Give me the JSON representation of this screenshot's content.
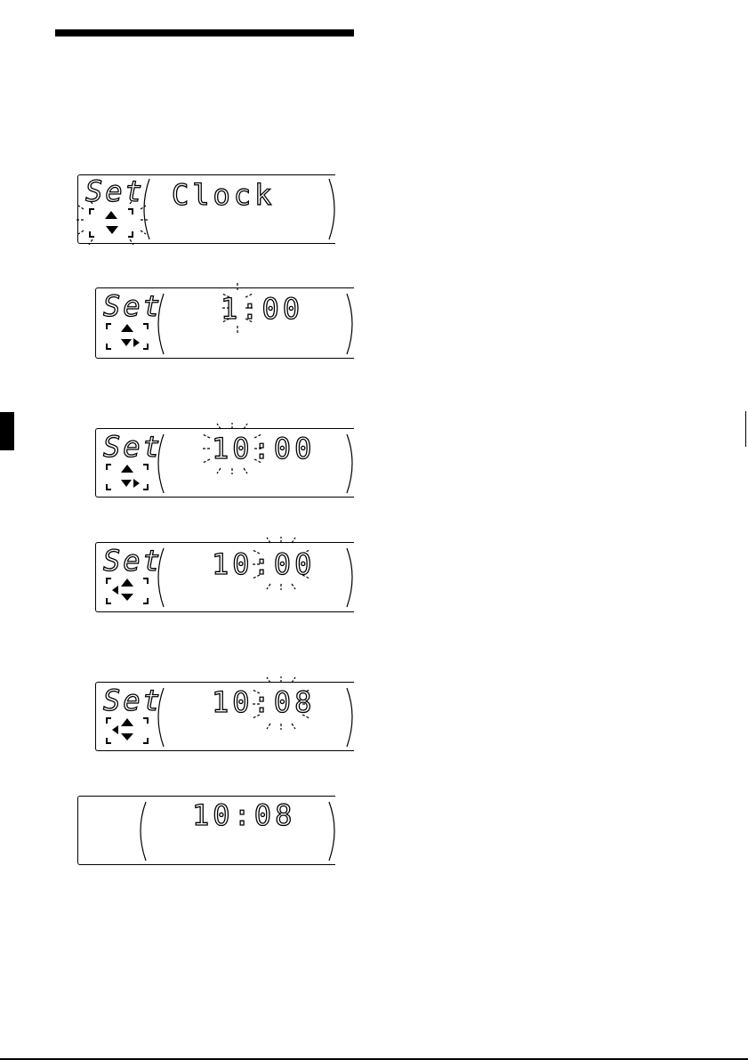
{
  "displays": [
    {
      "set_label": "Set",
      "text": "Clock",
      "set_blinking": true,
      "indicator": "up-down"
    },
    {
      "set_label": "Set",
      "text": "1:00",
      "blink": "hour",
      "indicator": "up-down-right"
    },
    {
      "set_label": "Set",
      "text": "10:00",
      "blink": "hour",
      "indicator": "up-down-right"
    },
    {
      "set_label": "Set",
      "text": "10:00",
      "blink": "minute",
      "indicator": "up-down-left"
    },
    {
      "set_label": "Set",
      "text": "10:08",
      "blink": "minute",
      "indicator": "up-down-left"
    },
    {
      "set_label": "",
      "text": "10:08",
      "blink": "none",
      "indicator": "none"
    }
  ]
}
